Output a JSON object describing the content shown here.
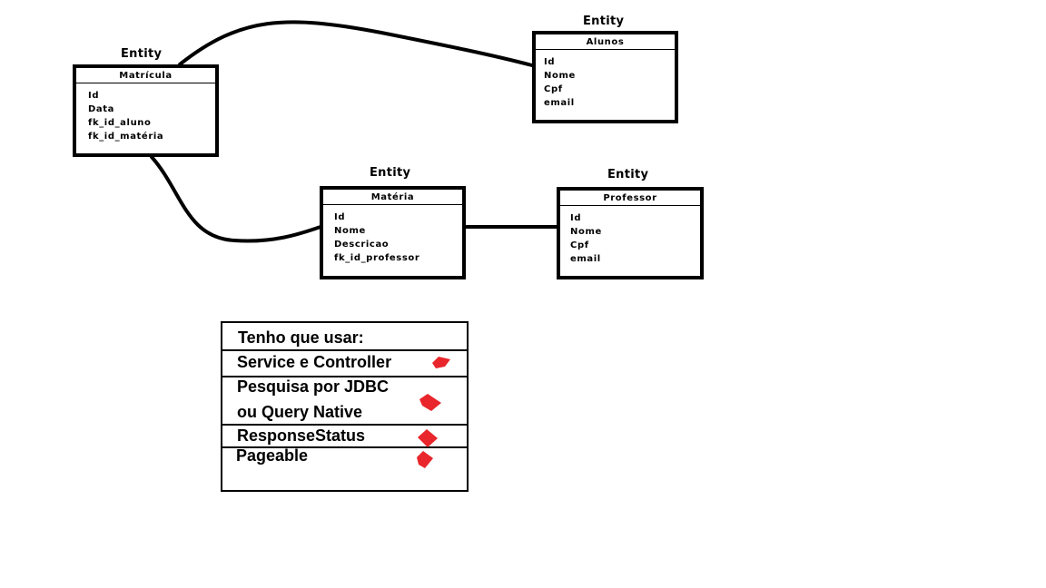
{
  "entities": [
    {
      "id": "matricula",
      "stereotype": "Entity",
      "name": "Matrícula",
      "attributes": [
        "Id",
        "Data",
        "fk_id_aluno",
        "fk_id_matéria"
      ]
    },
    {
      "id": "alunos",
      "stereotype": "Entity",
      "name": "Alunos",
      "attributes": [
        "Id",
        "Nome",
        "Cpf",
        "email"
      ]
    },
    {
      "id": "materia",
      "stereotype": "Entity",
      "name": "Matéria",
      "attributes": [
        "Id",
        "Nome",
        "Descricao",
        "fk_id_professor"
      ]
    },
    {
      "id": "professor",
      "stereotype": "Entity",
      "name": "Professor",
      "attributes": [
        "Id",
        "Nome",
        "Cpf",
        "email"
      ]
    }
  ],
  "relations": [
    {
      "from": "matricula",
      "to": "alunos"
    },
    {
      "from": "matricula",
      "to": "materia"
    },
    {
      "from": "materia",
      "to": "professor"
    }
  ],
  "notes": {
    "title": "Tenho que usar:",
    "items": [
      {
        "lines": [
          "Service e Controller"
        ],
        "checked": true
      },
      {
        "lines": [
          "Pesquisa por JDBC",
          "ou Query Native"
        ],
        "checked": true
      },
      {
        "lines": [
          "ResponseStatus"
        ],
        "checked": true
      },
      {
        "lines": [
          "Pageable"
        ],
        "checked": true
      }
    ],
    "mark_color": "#e8262b"
  }
}
